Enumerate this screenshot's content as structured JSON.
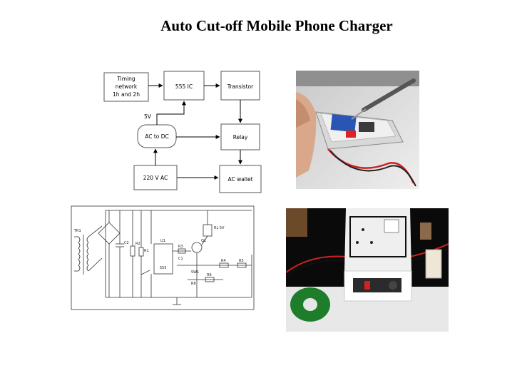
{
  "title": "Auto Cut-off Mobile Phone Charger",
  "block_diagram": {
    "timing": [
      "Timing",
      "network",
      "1h  and 2h"
    ],
    "ic555": "555 IC",
    "transistor": "Transistor",
    "v5": "5V",
    "acdc": "AC to DC",
    "relay": "Relay",
    "v220": "220 V  AC",
    "acwallet": "AC wallet"
  },
  "schematic": {
    "labels": {
      "tr1": "TR1",
      "c2": "C2",
      "r2": "R2",
      "r1": "R1",
      "u1": "U1",
      "r3": "R3",
      "q1": "Q1",
      "c1": "C1",
      "rl": "RL 5V",
      "r4": "R4",
      "r5": "R5",
      "sw1": "SW1",
      "r6": "R6",
      "r8": "R8",
      "ic": "555"
    }
  }
}
